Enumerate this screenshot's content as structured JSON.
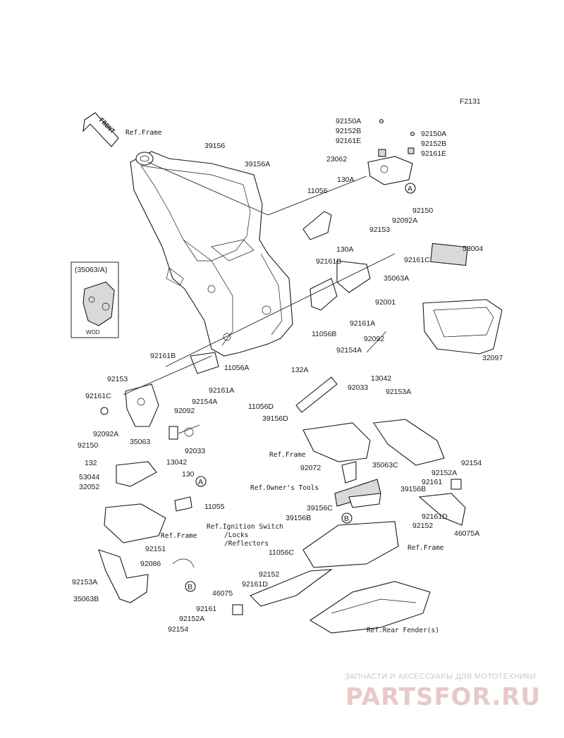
{
  "diagram_code": "F2131",
  "front_label": "FRONT",
  "inset": {
    "part": "(35063/A)",
    "note": "WOD"
  },
  "refs": {
    "frame": "Ref.Frame",
    "owners_tools": "Ref.Owner's Tools",
    "ignition_switch": "Ref.Ignition Switch",
    "locks": "/Locks",
    "reflectors": "/Reflectors",
    "rear_fender": "Ref.Rear Fender(s)"
  },
  "markers": [
    "A",
    "B"
  ],
  "parts": [
    "92150A",
    "92152B",
    "92161E",
    "23062",
    "92150A",
    "92152B",
    "92161E",
    "39156",
    "39156A",
    "11056",
    "130A",
    "130A",
    "92153",
    "92092A",
    "92150",
    "53004",
    "92161C",
    "92161B",
    "35063A",
    "92001",
    "92161A",
    "11056B",
    "92092",
    "92154A",
    "13042",
    "92033",
    "32097",
    "92161B",
    "11056A",
    "92153",
    "92161A",
    "92161C",
    "92154A",
    "92092",
    "92092A",
    "92150",
    "35063",
    "92033",
    "13042",
    "132A",
    "11056D",
    "39156D",
    "92153A",
    "92072",
    "35063C",
    "92154",
    "92152A",
    "92161",
    "39156B",
    "132",
    "53044",
    "32052",
    "130",
    "11055",
    "39156C",
    "39156B",
    "92161D",
    "92152",
    "46075A",
    "11056C",
    "92151",
    "92086",
    "92153A",
    "35063B",
    "92152",
    "92161D",
    "46075",
    "92161",
    "92152A",
    "92154"
  ],
  "watermark": {
    "subtitle": "ЗАПЧАСТИ И АКСЕССУАРЫ ДЛЯ МОТОТЕХНИКИ",
    "brand": "PARTSFOR.RU"
  }
}
